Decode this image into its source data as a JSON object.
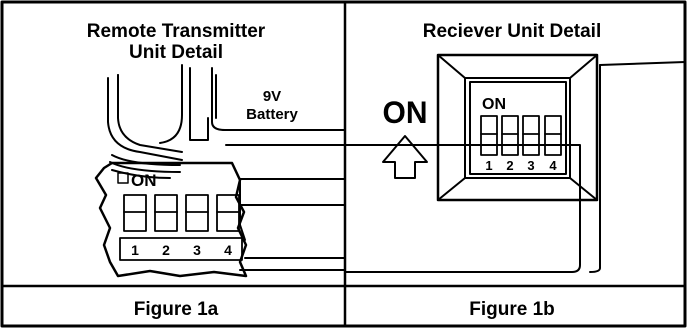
{
  "panels": {
    "left": {
      "title_line1": "Remote Transmitter",
      "title_line2": "Unit Detail",
      "battery_label_line1": "9V",
      "battery_label_line2": "Battery",
      "switch_on_label": "ON",
      "switch_numbers": [
        "1",
        "2",
        "3",
        "4"
      ],
      "caption": "Figure 1a"
    },
    "right": {
      "title": "Reciever Unit Detail",
      "on_label": "ON",
      "switch_on_label": "ON",
      "switch_numbers": [
        "1",
        "2",
        "3",
        "4"
      ],
      "caption": "Figure 1b"
    }
  }
}
